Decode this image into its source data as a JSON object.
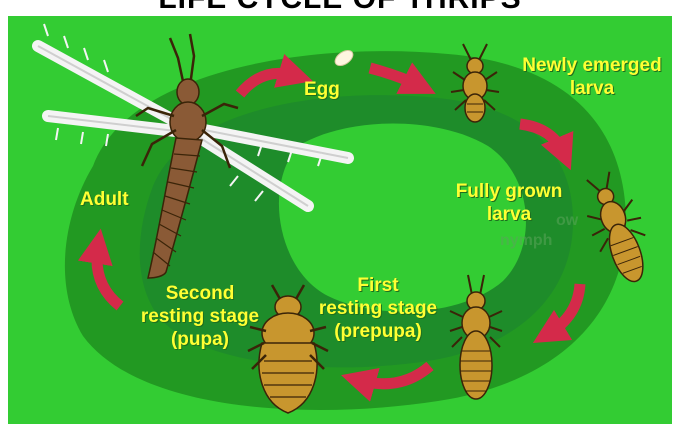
{
  "title": "LIFE CYCLE OF THRIPS",
  "stages": {
    "egg": "Egg",
    "newly_emerged_larva": [
      "Newly emerged",
      "larva"
    ],
    "fully_grown_larva": [
      "Fully grown",
      "larva"
    ],
    "first_resting_stage": [
      "First",
      "resting stage",
      "(prepupa)"
    ],
    "second_resting_stage": [
      "Second",
      "resting stage",
      "(pupa)"
    ],
    "adult": "Adult"
  },
  "ghost_text": [
    "ow",
    "nymph"
  ],
  "colors": {
    "background": "#33cc33",
    "ring_outer": "#229922",
    "ring_inner": "#1e8c2a",
    "label": "#ffff33",
    "arrow": "#d42a4a",
    "insect_body": "#c8962e",
    "insect_outline": "#3a2408",
    "adult_body": "#8a5a36",
    "wing": "#f4f4f4"
  },
  "icons": [
    "egg-icon",
    "larva-icon",
    "prepupa-icon",
    "pupa-icon",
    "adult-thrips-icon",
    "cycle-arrow-icon"
  ]
}
